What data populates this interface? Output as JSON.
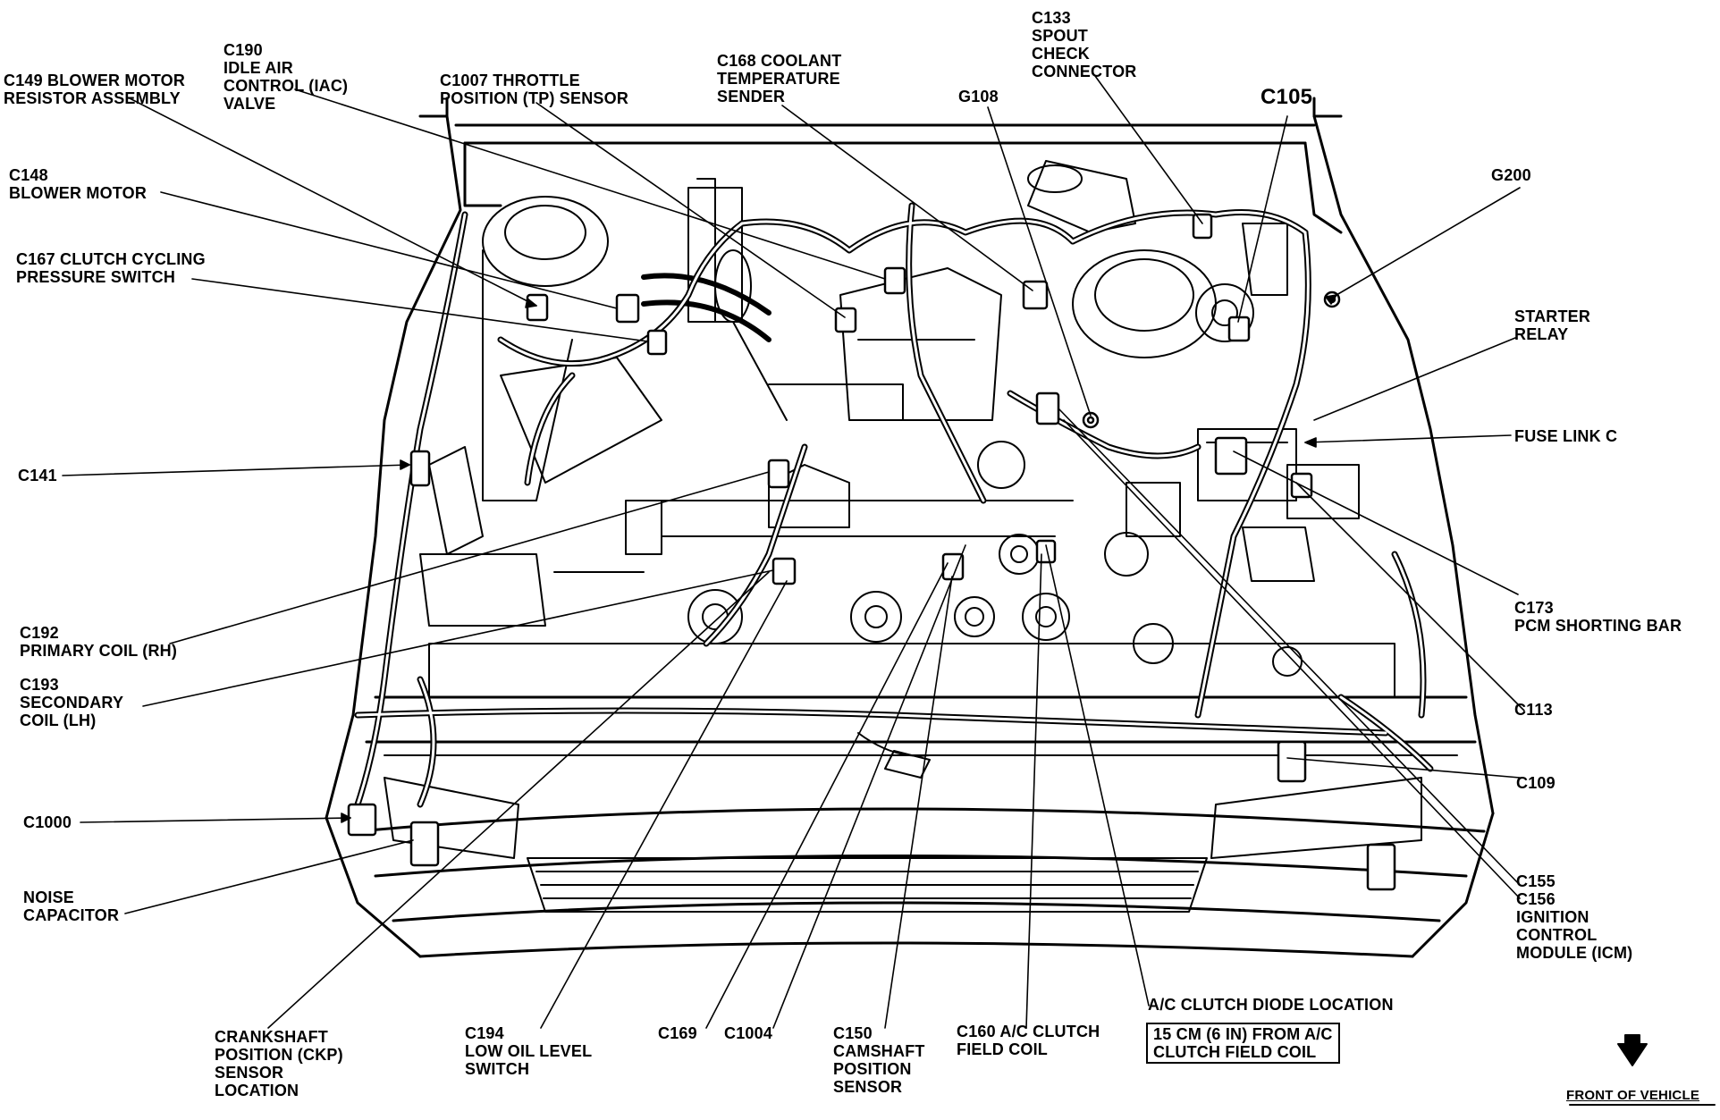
{
  "labels": {
    "c149": "C149 BLOWER MOTOR\nRESISTOR ASSEMBLY",
    "c190": "C190\nIDLE AIR\nCONTROL (IAC)\nVALVE",
    "c1007": "C1007 THROTTLE\nPOSITION (TP) SENSOR",
    "c168": "C168 COOLANT\nTEMPERATURE\nSENDER",
    "g108": "G108",
    "c133": "C133\nSPOUT\nCHECK\nCONNECTOR",
    "c105": "C105",
    "g200": "G200",
    "c148": "C148\nBLOWER MOTOR",
    "c167": "C167 CLUTCH CYCLING\nPRESSURE SWITCH",
    "starter_relay": "STARTER\nRELAY",
    "fuse_link_c": "FUSE LINK C",
    "c141": "C141",
    "c173": "C173\nPCM SHORTING BAR",
    "c192": "C192\nPRIMARY COIL (RH)",
    "c193": "C193\nSECONDARY\nCOIL (LH)",
    "c113": "C113",
    "c109": "C109",
    "c1000": "C1000",
    "noise_capacitor": "NOISE\nCAPACITOR",
    "c155_c156": "C155\nC156\nIGNITION\nCONTROL\nMODULE (ICM)",
    "ac_clutch_diode": "A/C CLUTCH DIODE LOCATION",
    "ac_clutch_diode_box": "15 CM (6 IN) FROM A/C\nCLUTCH FIELD COIL",
    "ckp": "CRANKSHAFT\nPOSITION (CKP)\nSENSOR\nLOCATION",
    "c194": "C194\nLOW OIL LEVEL\nSWITCH",
    "c169": "C169",
    "c1004": "C1004",
    "c150": "C150\nCAMSHAFT\nPOSITION\nSENSOR",
    "c160": "C160 A/C CLUTCH\nFIELD COIL",
    "front_of_vehicle": "FRONT OF VEHICLE"
  }
}
